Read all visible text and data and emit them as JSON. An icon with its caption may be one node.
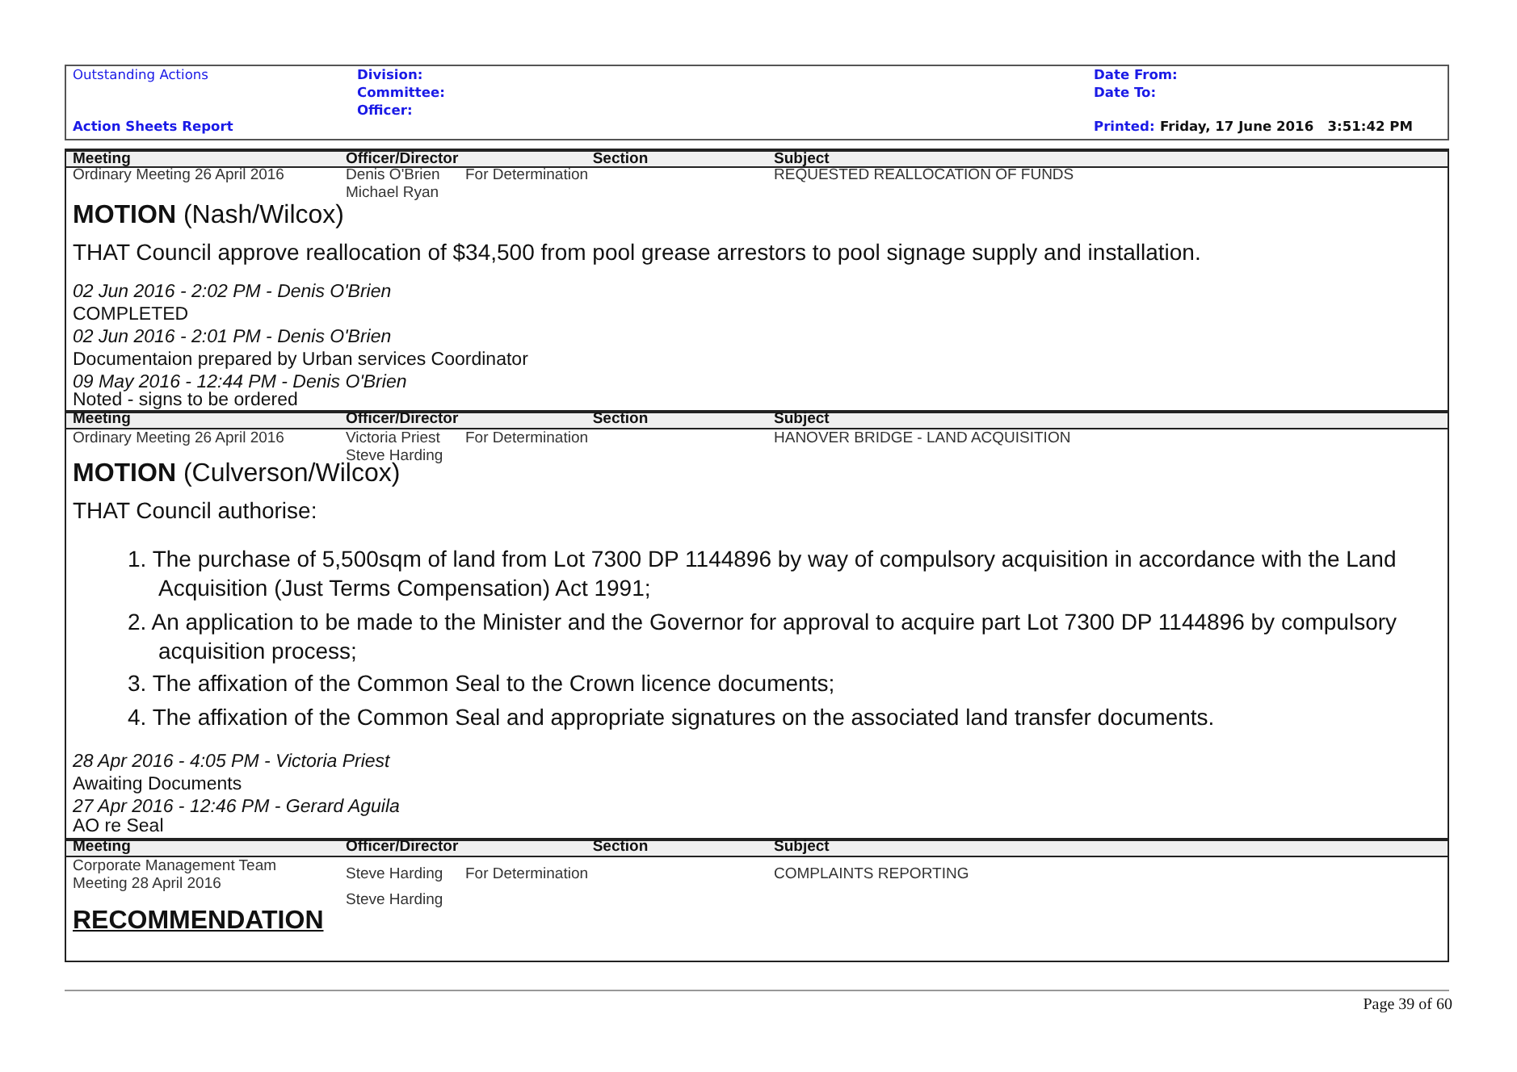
{
  "diagram": {
    "nodes": [
      {
        "text": [
          "Outstanding Actions",
          "Action Sheets Report",
          "Division:",
          "Committee:",
          "Officer:",
          "Date From:",
          "Date To:",
          "Printed:",
          "Friday, 17 June 2016   3:51:42 PM"
        ]
      },
      {
        "text": [
          "Meeting",
          "Officer/Director",
          "Section",
          "Subject",
          "Ordinary Meeting 26 April 2016",
          "Denis O'Brien Michael Ryan",
          "For Determination",
          "REQUESTED REALLOCATION OF FUNDS",
          "**MOTION** (Nash/Wilcox)",
          "THAT Council approve reallocation of $34,500 from pool grease arrestors to pool signage supply and installation.",
          "02 Jun 2016 - 2:02 PM - Denis O'Brien",
          "COMPLETED",
          "02 Jun 2016 - 2:01 PM - Denis O'Brien",
          "Documentaion prepared by Urban services Coordinator",
          "09 May 2016 - 12:44 PM - Denis O'Brien",
          "Noted - signs to be ordered",
          "Meeting",
          "Officer/Director",
          "Section",
          "Subject",
          "Ordinary Meeting 26 April 2016",
          "Victoria Priest Steve Harding",
          "For Determination",
          "HANOVER BRIDGE - LAND ACQUISITION",
          "**MOTION** (Culverson/Wilcox)",
          "THAT Council authorise:",
          "1. The purchase of 5,500sqm of land from Lot 7300 DP 1144896 by way of compulsory acquisition in accordance with the Land Acquisition (Just Terms Compensation) Act 1991;",
          "2. An application to be made to the Minister and the Governor for approval to acquire part Lot 7300 DP 1144896 by compulsory acquisition process;",
          "3. The affixation of the Common Seal to the Crown licence documents;",
          "4. The affixation of the Common Seal and appropriate signatures on the associated land transfer documents.",
          "28 Apr 2016 - 4:05 PM - Victoria Priest",
          "Awaiting Documents",
          "27 Apr 2016 - 12:46 PM - Gerard Aguila",
          "AO re Seal",
          "Meeting",
          "Officer/Director",
          "Section",
          "Subject",
          "Corporate Management Team Meeting  28 April 2016",
          "Steve Harding",
          "Steve Harding",
          "For Determination",
          "COMPLAINTS REPORTING",
          "RECOMMENDATION"
        ]
      }
    ],
    "labels": [
      "Page 39 of 60"
    ]
  }
}
